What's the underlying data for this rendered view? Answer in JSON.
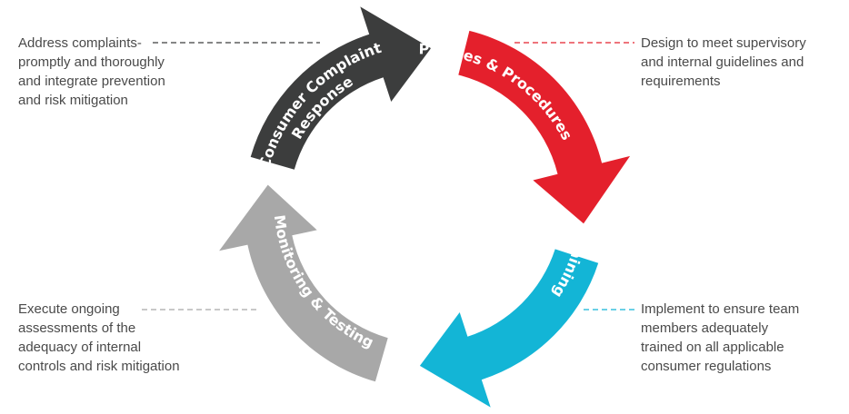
{
  "diagram": {
    "title": "Compliance management cycle",
    "stages": [
      {
        "id": "policies",
        "label_lines": [
          "Policies & Procedures"
        ],
        "color": "#e4202c",
        "description_lines": [
          "Design to meet supervisory",
          "and internal guidelines and",
          "requirements"
        ],
        "connector_color": "#e4202c"
      },
      {
        "id": "training",
        "label_lines": [
          "Training"
        ],
        "color": "#13b5d6",
        "description_lines": [
          "Implement to ensure team",
          "members adequately",
          "trained on all applicable",
          "consumer regulations"
        ],
        "connector_color": "#13b5d6"
      },
      {
        "id": "monitoring",
        "label_lines": [
          "Monitoring & Testing"
        ],
        "color": "#a8a8a8",
        "description_lines": [
          "Execute ongoing",
          "assessments of the",
          "adequacy of internal",
          "controls and risk mitigation"
        ],
        "connector_color": "#a8a8a8"
      },
      {
        "id": "complaint",
        "label_lines": [
          "Consumer Complaint",
          "Response"
        ],
        "color": "#3c3d3d",
        "description_lines": [
          "Address complaints-",
          "promptly and thoroughly",
          "and integrate prevention",
          "and risk mitigation"
        ],
        "connector_color": "#3c3d3d"
      }
    ]
  }
}
